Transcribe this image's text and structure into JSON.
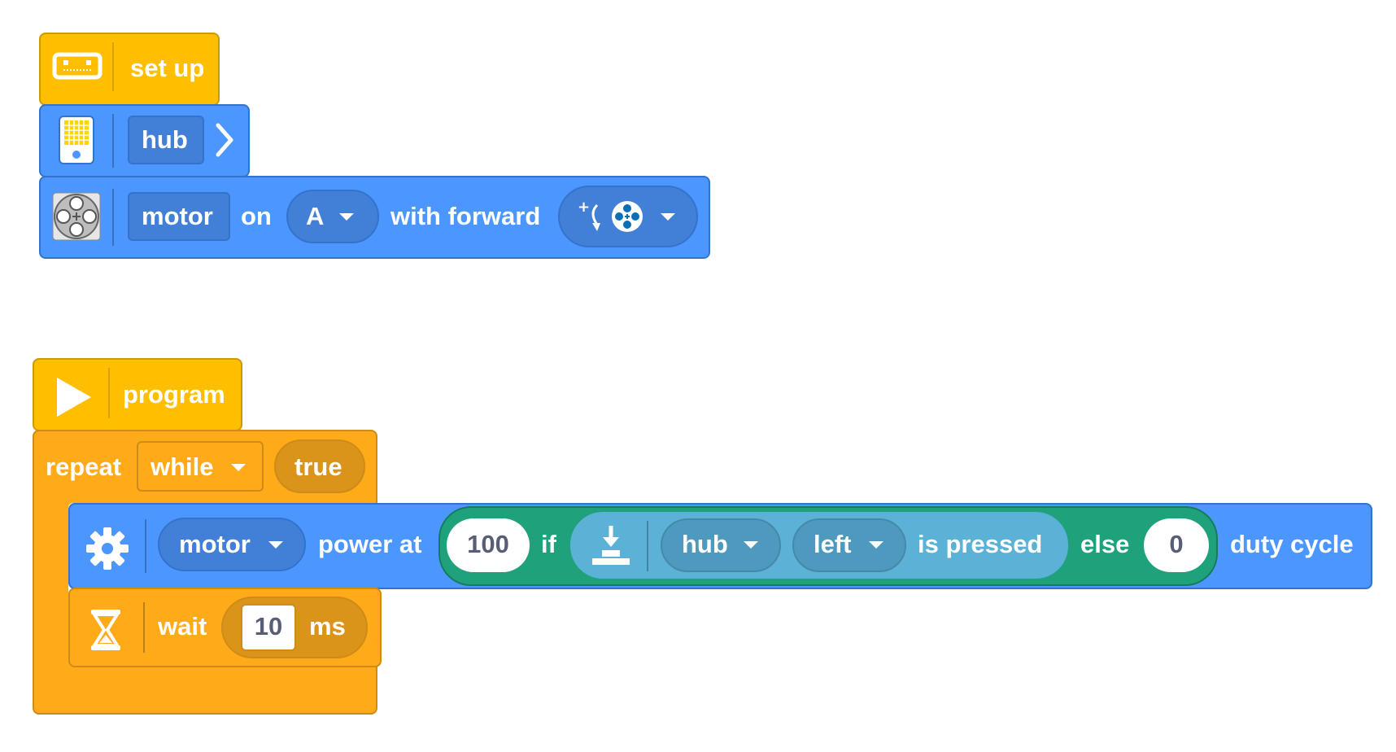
{
  "setup_stack": {
    "hat_label": "set up",
    "hub_block": {
      "label": "hub"
    },
    "motor_block": {
      "label": "motor",
      "on_text": "on",
      "port_value": "A",
      "direction_text": "with forward"
    }
  },
  "program_stack": {
    "hat_label": "program",
    "repeat_block": {
      "label": "repeat",
      "mode_value": "while",
      "condition_value": "true"
    },
    "power_block": {
      "device_value": "motor",
      "power_text": "power at",
      "if_value": "100",
      "if_text": "if",
      "sensor_device": "hub",
      "button_value": "left",
      "pressed_text": "is pressed",
      "else_text": "else",
      "else_value": "0",
      "unit_text": "duty cycle"
    },
    "wait_block": {
      "label": "wait",
      "value": "10",
      "unit": "ms"
    }
  },
  "colors": {
    "event_yellow": "#FFBF00",
    "motion_blue": "#4C97FF",
    "control_orange": "#FFAB19",
    "operator_green": "#1FA27B",
    "sensing_lightblue": "#5CB1D6"
  }
}
